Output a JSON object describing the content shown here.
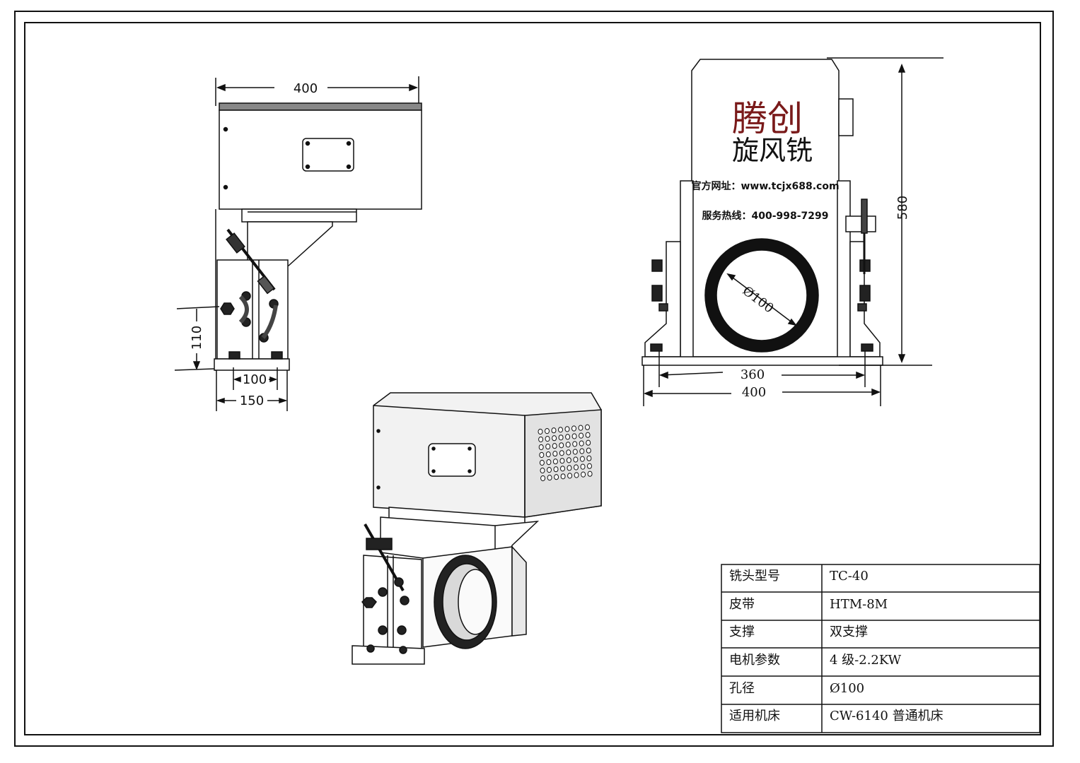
{
  "dimensions": {
    "side_width": "400",
    "side_height": "110",
    "side_base_inner": "100",
    "side_base_outer": "150",
    "front_height": "580",
    "front_bore": "Ø100",
    "front_base_inner": "360",
    "front_base_outer": "400"
  },
  "brand": {
    "line1": "腾创",
    "line2": "旋风铣",
    "website": "官方网址：www.tcjx688.com",
    "hotline": "服务热线：400-998-7299"
  },
  "specs": [
    {
      "label": "铣头型号",
      "value": "TC-40"
    },
    {
      "label": "皮带",
      "value": "HTM-8M"
    },
    {
      "label": "支撑",
      "value": "双支撑"
    },
    {
      "label": "电机参数",
      "value": "4 级-2.2KW"
    },
    {
      "label": "孔径",
      "value": "Ø100"
    },
    {
      "label": "适用机床",
      "value": "CW-6140 普通机床"
    }
  ],
  "colors": {
    "line": "#111111",
    "brand_red": "#7a1a1a",
    "metal_dark": "#555555",
    "metal_light": "#e6e6e6"
  }
}
